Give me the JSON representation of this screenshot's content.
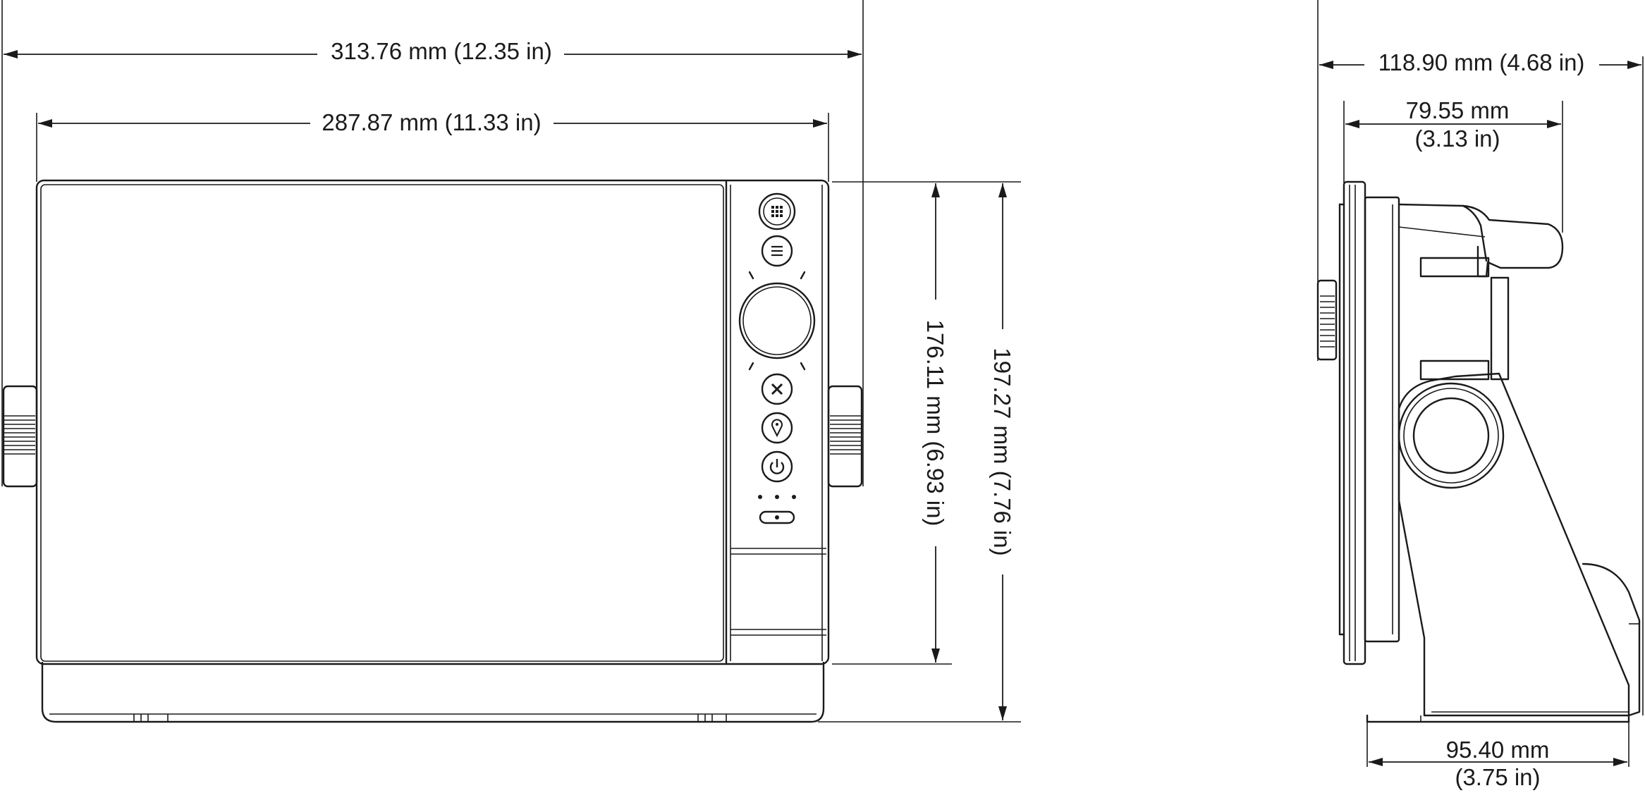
{
  "dimensions": {
    "overall_width": "313.76 mm (12.35 in)",
    "screen_width": "287.87 mm (11.33 in)",
    "screen_height": "176.11 mm (6.93 in)",
    "overall_height": "197.27 mm (7.76 in)",
    "side_overall_depth": "118.90 mm (4.68 in)",
    "side_bracket_depth_mm": "79.55 mm",
    "side_bracket_depth_in": "(3.13 in)",
    "side_base_depth_mm": "95.40 mm",
    "side_base_depth_in": "(3.75 in)"
  }
}
